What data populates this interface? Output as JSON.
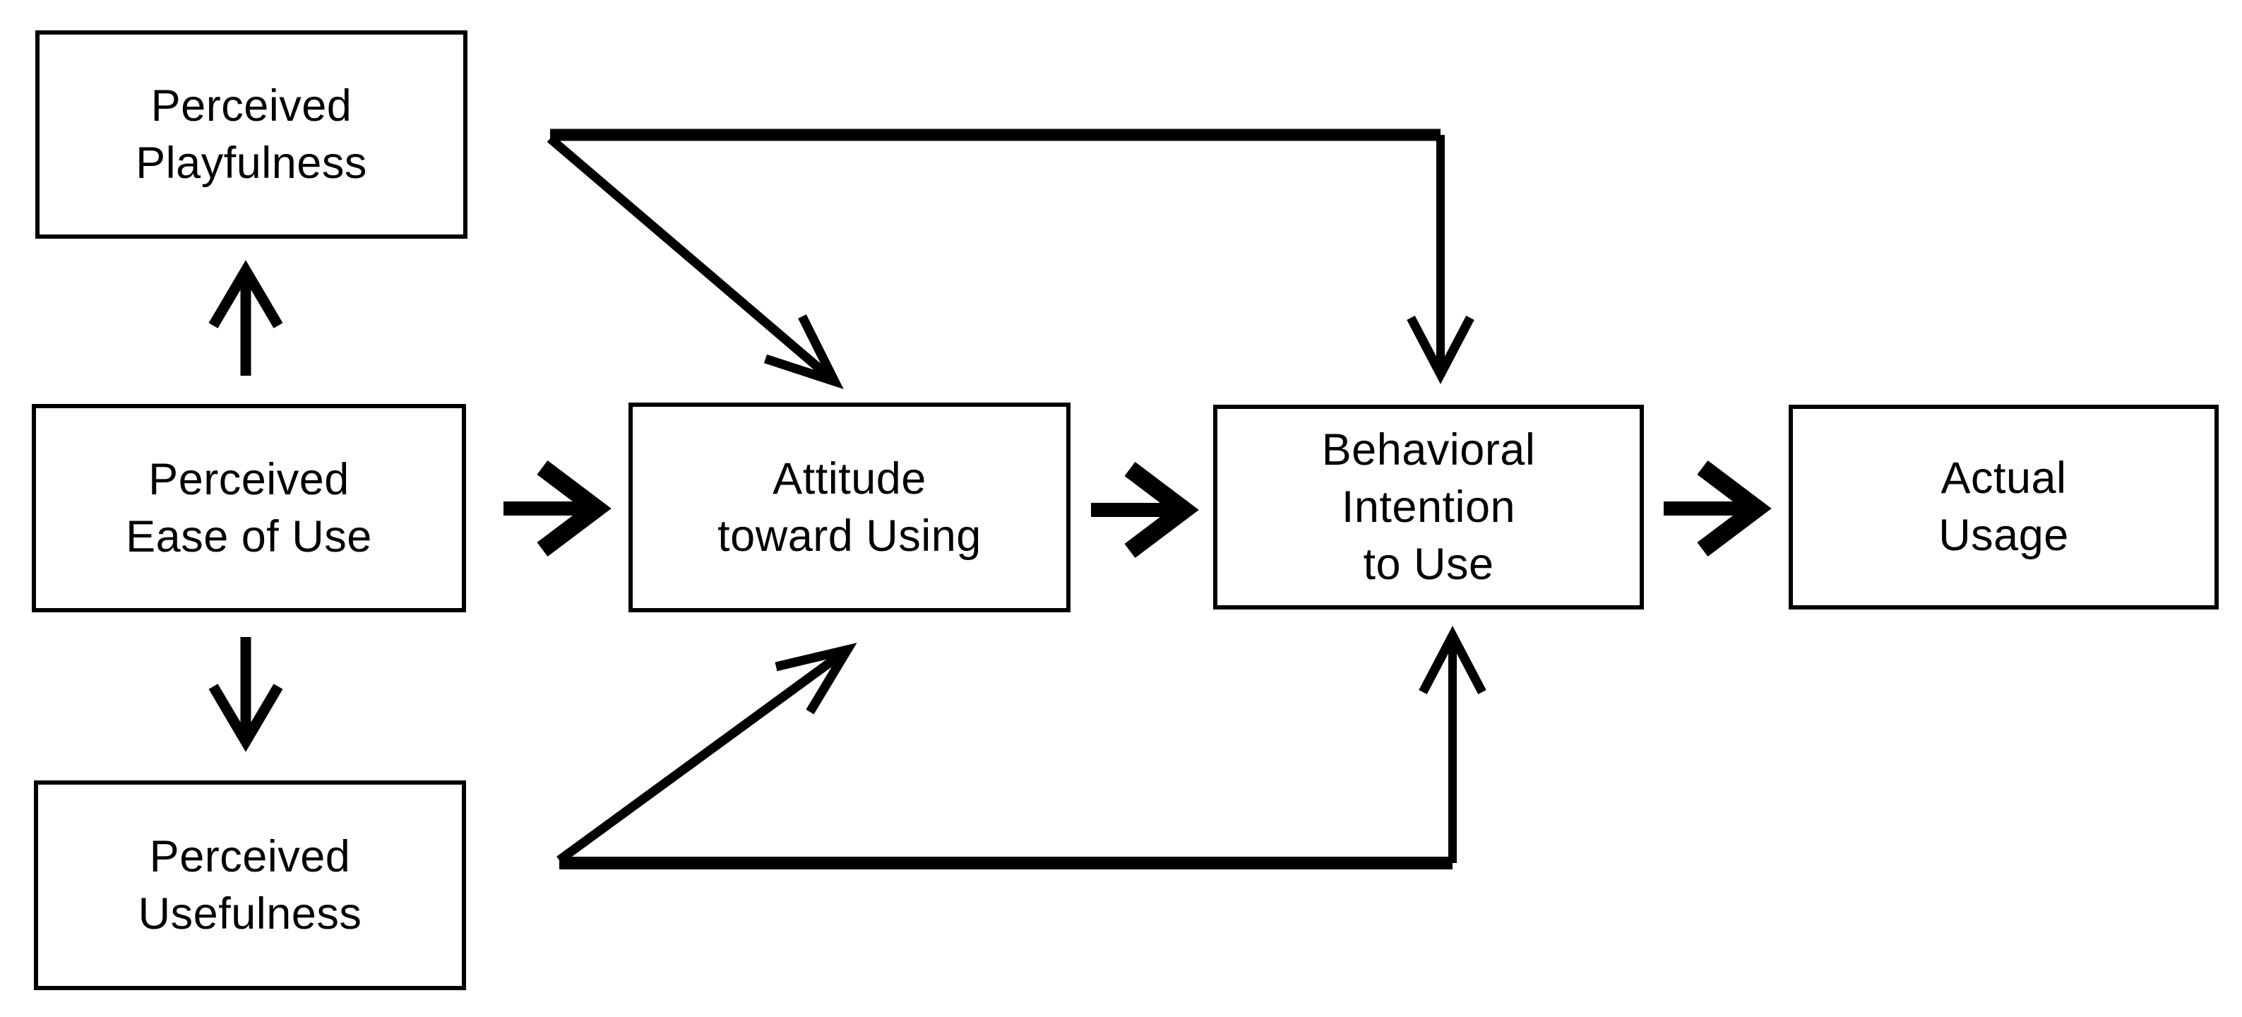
{
  "diagram": {
    "title": "Technology Acceptance Model diagram",
    "type": "flow-diagram",
    "colors": {
      "ink": "#000000",
      "background": "#ffffff"
    }
  },
  "nodes": {
    "pp": {
      "id": "perceived-playfulness",
      "label": "Perceived\nPlayfulness"
    },
    "peou": {
      "id": "perceived-ease-of-use",
      "label": "Perceived\nEase of Use"
    },
    "pu": {
      "id": "perceived-usefulness",
      "label": "Perceived\nUsefulness"
    },
    "att": {
      "id": "attitude-toward-using",
      "label": "Attitude\ntoward Using"
    },
    "bi": {
      "id": "behavioral-intention-to-use",
      "label": "Behavioral\nIntention\nto Use"
    },
    "au": {
      "id": "actual-usage",
      "label": "Actual\nUsage"
    }
  },
  "edges": [
    {
      "from": "perceived-ease-of-use",
      "to": "perceived-playfulness",
      "direction": "up"
    },
    {
      "from": "perceived-ease-of-use",
      "to": "perceived-usefulness",
      "direction": "down"
    },
    {
      "from": "perceived-ease-of-use",
      "to": "attitude-toward-using",
      "direction": "right"
    },
    {
      "from": "attitude-toward-using",
      "to": "behavioral-intention-to-use",
      "direction": "right"
    },
    {
      "from": "behavioral-intention-to-use",
      "to": "actual-usage",
      "direction": "right"
    },
    {
      "from": "perceived-playfulness",
      "to": "attitude-toward-using",
      "direction": "diagonal-down-right"
    },
    {
      "from": "perceived-playfulness",
      "to": "behavioral-intention-to-use",
      "direction": "over-then-down"
    },
    {
      "from": "perceived-usefulness",
      "to": "attitude-toward-using",
      "direction": "diagonal-up-right"
    },
    {
      "from": "perceived-usefulness",
      "to": "behavioral-intention-to-use",
      "direction": "along-then-up"
    }
  ]
}
